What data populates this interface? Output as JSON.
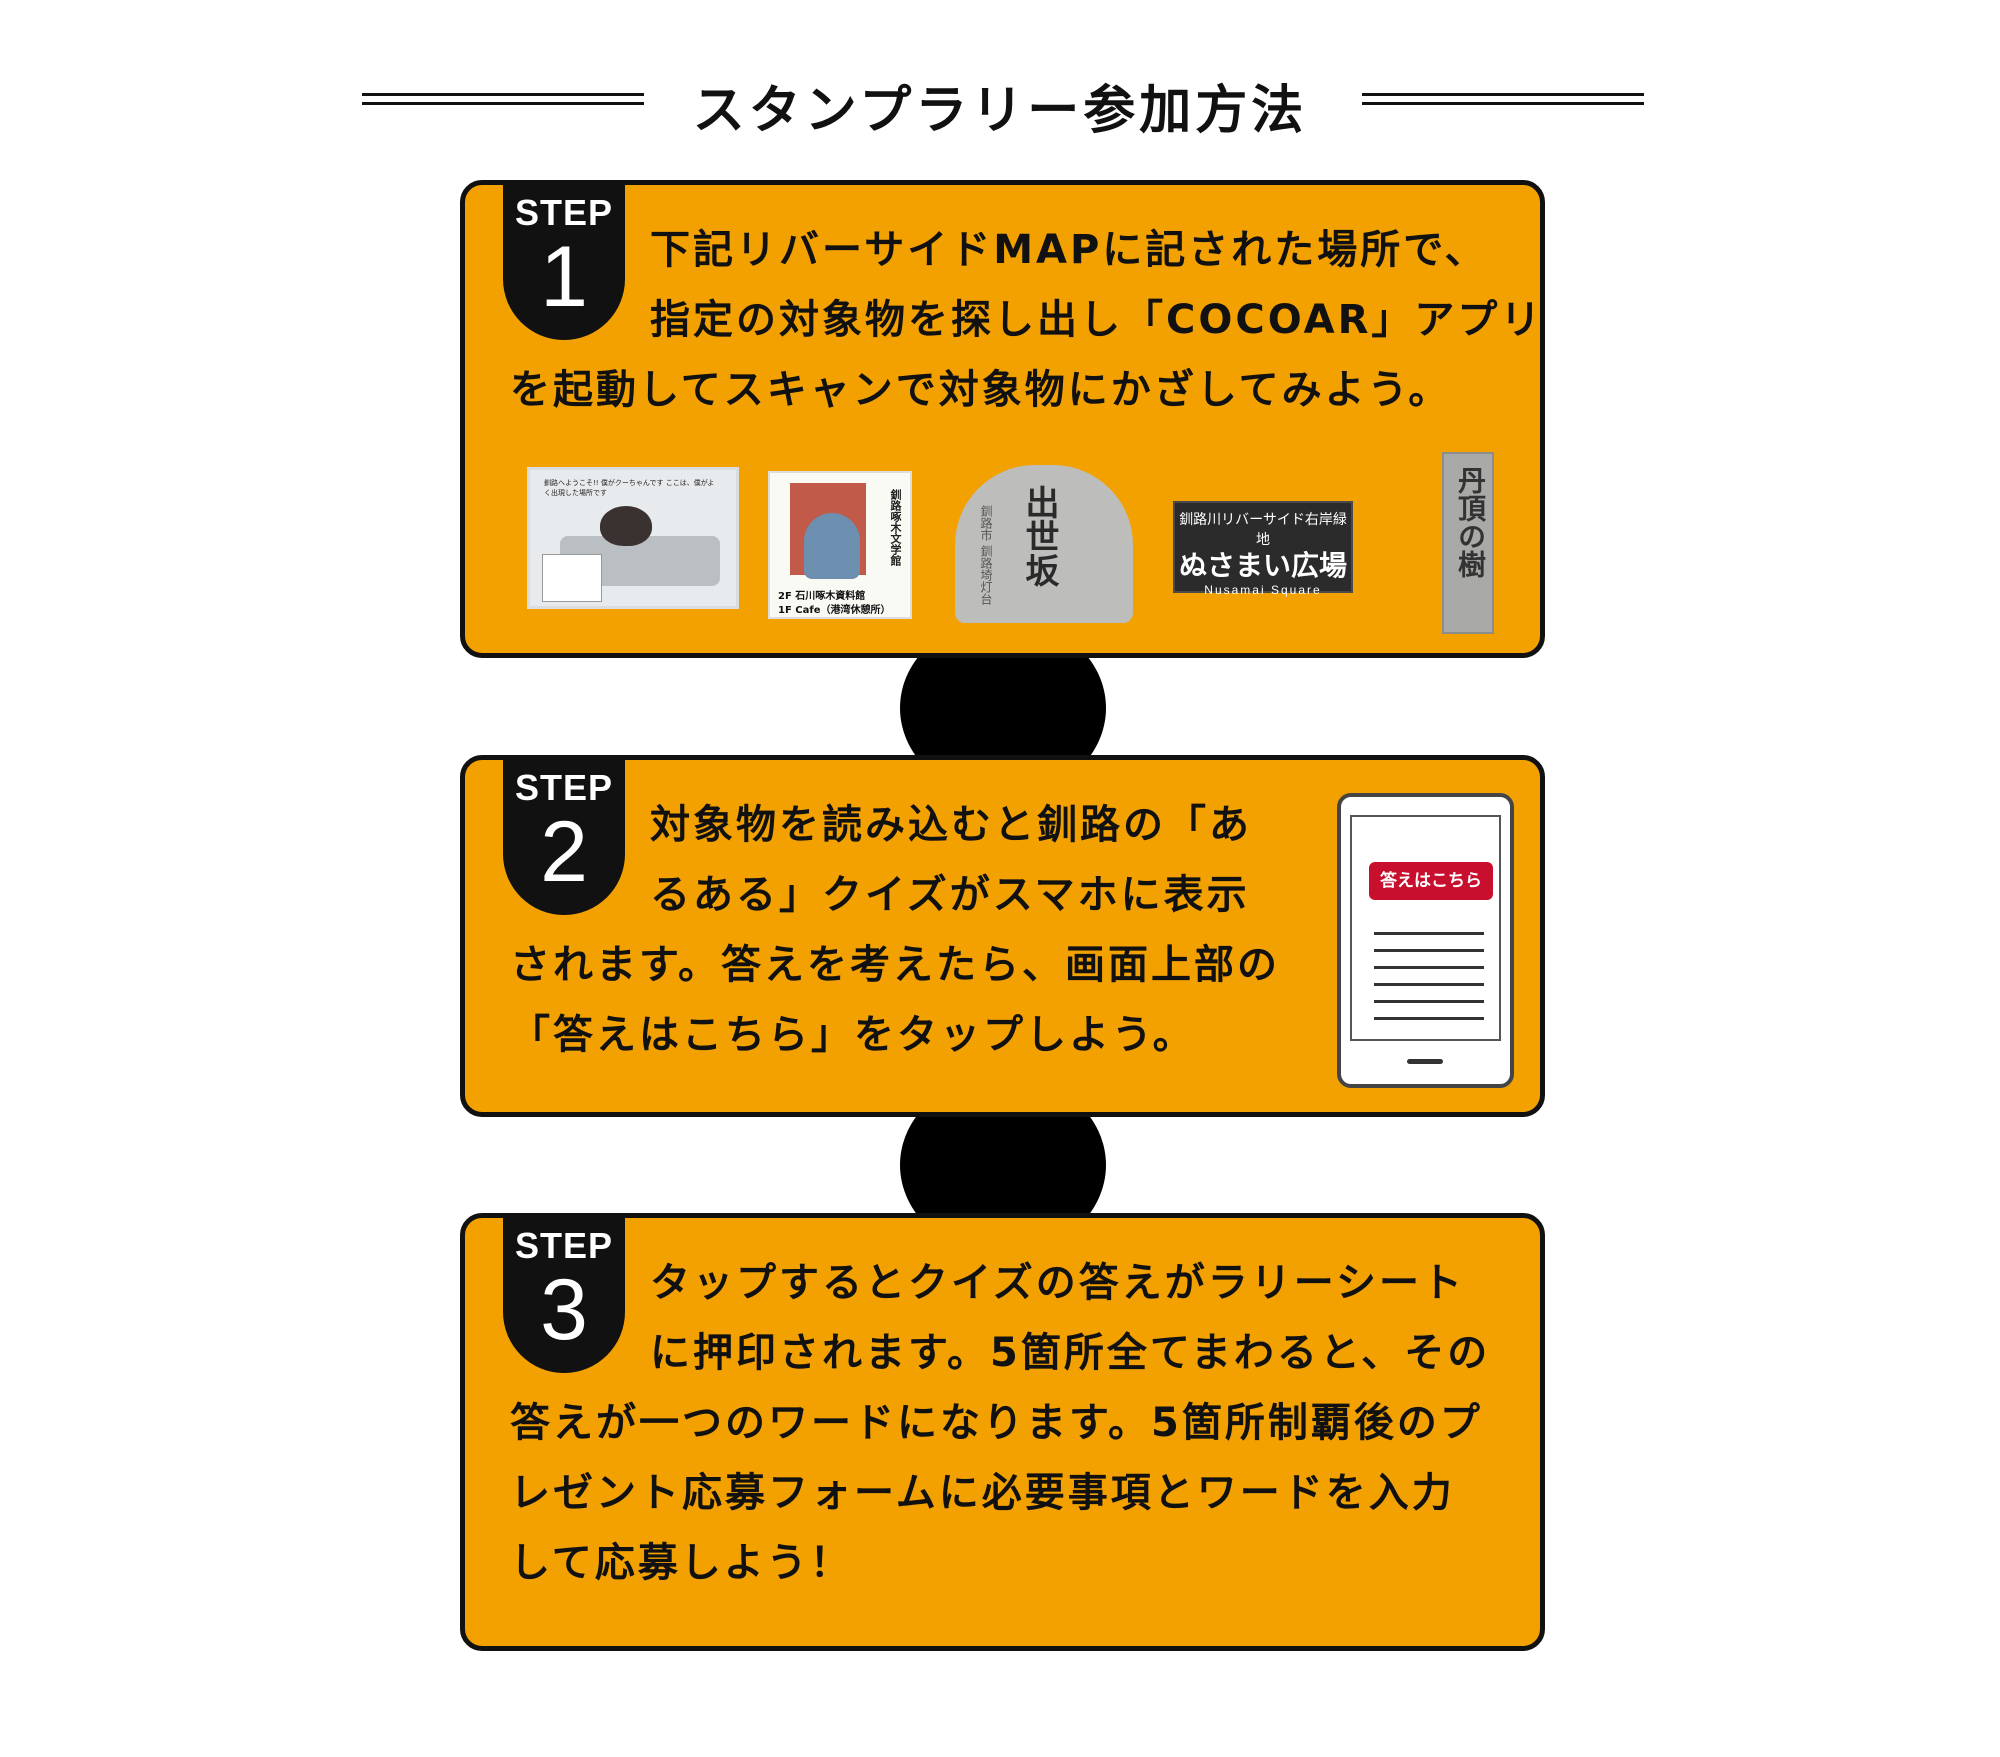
{
  "page": {
    "title": "スタンプラリー参加方法"
  },
  "steps": [
    {
      "label": "STEP",
      "number": "1",
      "lines": [
        "下記リバーサイドMAPに記された場所で、",
        "指定の対象物を探し出し「COCOAR」アプリ",
        "を起動してスキャンで対象物にかざしてみよう。"
      ],
      "photos": {
        "otter_caption": "釧路へようこそ!! 僕がクーちゃんです ここは、僕がよく出現した場所です",
        "museum_vertical": "釧路啄木文学館",
        "museum_line1": "2F 石川啄木資料館",
        "museum_line2": "1F Cafe（港湾休憩所）",
        "stone_main": "出世坂",
        "stone_small": "釧路市 釧路埼灯台",
        "plaque_top": "釧路川リバーサイド右岸緑地",
        "plaque_main": "ぬさまい広場",
        "plaque_en": "Nusamai Square",
        "pillar": "丹頂の樹"
      }
    },
    {
      "label": "STEP",
      "number": "2",
      "lines": [
        "対象物を読み込むと釧路の「あ",
        "るある」クイズがスマホに表示",
        "されます。答えを考えたら、画面上部の",
        "「答えはこちら」をタップしよう。"
      ],
      "tablet_button": "答えはこちら"
    },
    {
      "label": "STEP",
      "number": "3",
      "lines": [
        "タップするとクイズの答えがラリーシート",
        "に押印されます。5箇所全てまわると、その",
        "答えが一つのワードになります。5箇所制覇後のプ",
        "レゼント応募フォームに必要事項とワードを入力",
        "して応募しよう！"
      ]
    }
  ],
  "colors": {
    "card_bg": "#f2a100",
    "border": "#111111",
    "tablet_button": "#c8102e"
  }
}
